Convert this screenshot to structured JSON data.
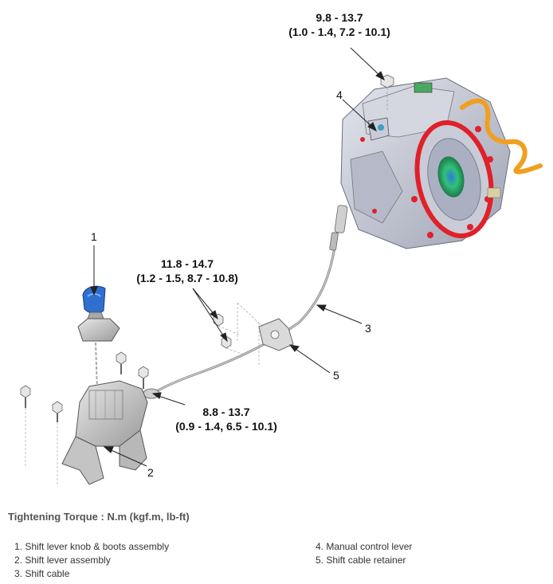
{
  "torques": {
    "top_nut": {
      "line1": "9.8 - 13.7",
      "line2": "(1.0 - 1.4, 7.2 - 10.1)"
    },
    "retainer_bolts": {
      "line1": "11.8 - 14.7",
      "line2": "(1.2 - 1.5, 8.7 - 10.8)"
    },
    "cable_end": {
      "line1": "8.8 - 13.7",
      "line2": "(0.9 - 1.4, 6.5 - 10.1)"
    }
  },
  "callouts": {
    "c1": "1",
    "c2": "2",
    "c3": "3",
    "c4": "4",
    "c5": "5"
  },
  "caption": "Tightening Torque : N.m (kgf.m, lb-ft)",
  "legend": {
    "left": [
      "1. Shift lever knob & boots assembly",
      "2. Shift lever assembly",
      "3. Shift cable"
    ],
    "right": [
      "4. Manual control lever",
      "5. Shift cable retainer"
    ]
  },
  "colors": {
    "knob": "#2f6fcf",
    "housing_ring": "#e0202a",
    "hub": "#2ea86a",
    "hose": "#f0a020",
    "metal": "#c9ccd6"
  }
}
